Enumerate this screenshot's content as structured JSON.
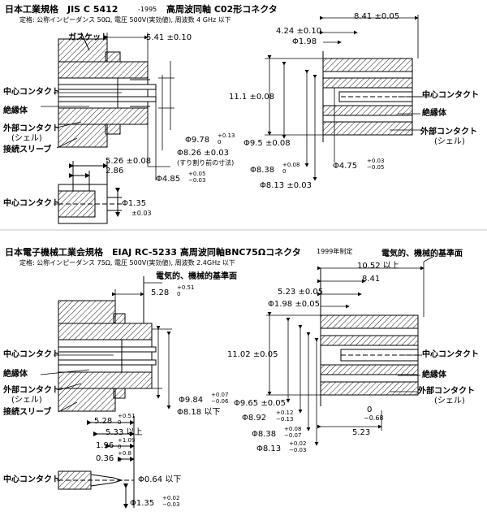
{
  "top": {
    "title": "日本工業規格　JIS C 5412",
    "year": "-1995",
    "title2": "高周波同軸 C02形コネクタ",
    "rating": "定格: 公称インピーダンス 50Ω, 電圧 500V(実効値), 周波数 4 GHz 以下",
    "left": {
      "gasket": "ガスケット",
      "center_contact": "中心コンタクト",
      "insulator": "絶縁体",
      "outer_contact": "外部コンタクト",
      "shell": "(シェル)",
      "sleeve": "接続スリーブ",
      "d_5_41": "5.41 ±0.10",
      "d_9_78": "Φ9.78",
      "d_9_78_tol": [
        "+0.13",
        "0"
      ],
      "d_8_26": "Φ8.26 ±0.03",
      "d_8_26_note": "(すり割り前の寸法)",
      "d_4_85": "Φ4.85",
      "d_4_85_tol": [
        "+0.05",
        "−0.03"
      ],
      "d_5_26": "5.26 ±0.08",
      "d_2_86": "2.86",
      "pin_center_contact": "中心コンタクト",
      "d_1_35": "Φ1.35",
      "d_1_35_tol": "±0.03"
    },
    "right": {
      "d_8_41": "8.41 ±0.05",
      "d_4_24": "4.24 ±0.10",
      "d_1_98": "Φ1.98",
      "d_11_1": "11.1 ±0.08",
      "center_contact": "中心コンタクト",
      "insulator": "絶縁体",
      "outer_contact": "外部コンタクト",
      "shell": "(シェル)",
      "d_9_5": "Φ9.5 ±0.08",
      "d_4_75": "Φ4.75",
      "d_4_75_tol": [
        "+0.03",
        "−0.05"
      ],
      "d_8_38": "Φ8.38",
      "d_8_38_tol": [
        "+0.08",
        "0"
      ],
      "d_8_13": "Φ8.13 ±0.03"
    }
  },
  "bottom": {
    "title": "日本電子機械工業会規格　EIAJ RC-5233 高周波同軸BNC75Ωコネクタ",
    "year": "1999年制定",
    "rating": "定格: 公称インピーダンス 75Ω, 電圧 500V(実効値), 周波数 2.4GHz 以下",
    "left": {
      "ref_plane": "電気的、機械的基準面",
      "d_5_28": "5.28",
      "d_5_28_tol": [
        "+0.51",
        "0"
      ],
      "center_contact": "中心コンタクト",
      "insulator": "絶縁体",
      "outer_contact": "外部コンタクト",
      "shell": "(シェル)",
      "sleeve": "接続スリーブ",
      "d_9_84": "Φ9.84",
      "d_9_84_tol": [
        "+0.07",
        "−0.06"
      ],
      "d_8_18": "Φ8.18 以下",
      "p_5_28": "5.28",
      "p_5_28_tol": [
        "+0.51",
        "0"
      ],
      "p_5_33": "5.33 以上",
      "p_1_96": "1.96",
      "p_1_96_tol": [
        "+1.09",
        "0"
      ],
      "p_0_36": "0.36",
      "p_0_36_tol": [
        "+0.8",
        "0"
      ],
      "pin_center_contact": "中心コンタクト",
      "p_0_64": "Φ0.64 以下",
      "p_1_35": "Φ1.35",
      "p_1_35_tol": [
        "+0.02",
        "−0.03"
      ]
    },
    "right": {
      "ref_plane": "電気的、機械的基準面",
      "d_10_52": "10.52 以上",
      "d_8_41": "8.41",
      "d_5_23": "5.23 ±0.05",
      "d_1_98": "Φ1.98 ±0.05",
      "d_11_02": "11.02 ±0.05",
      "center_contact": "中心コンタクト",
      "insulator": "絶縁体",
      "outer_contact": "外部コンタクト",
      "shell": "(シェル)",
      "d_9_65": "Φ9.65 ±0.05",
      "d_8_92": "Φ8.92",
      "d_8_92_tol": [
        "+0.12",
        "−0.13"
      ],
      "d_8_38": "Φ8.38",
      "d_8_38_tol": [
        "+0.08",
        "−0.07"
      ],
      "d_8_13": "Φ8.13",
      "d_8_13_tol": [
        "+0.02",
        "−0.03"
      ],
      "d_0": "0",
      "d_0_tol": "−0.68",
      "d_5_23b": "5.23"
    }
  }
}
